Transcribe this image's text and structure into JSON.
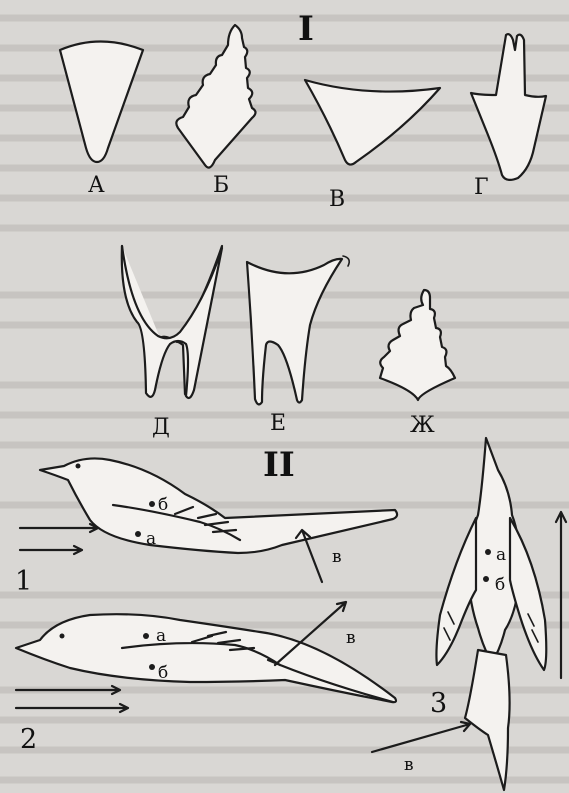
{
  "sections": {
    "I": "I",
    "II": "II"
  },
  "tails": {
    "A": "А",
    "B": "Б",
    "V": "В",
    "G": "Г",
    "D": "Д",
    "E": "Е",
    "Zh": "Ж"
  },
  "birds": {
    "n1": "1",
    "n2": "2",
    "n3": "3"
  },
  "markers": {
    "a": "а",
    "b": "б",
    "v": "в"
  }
}
